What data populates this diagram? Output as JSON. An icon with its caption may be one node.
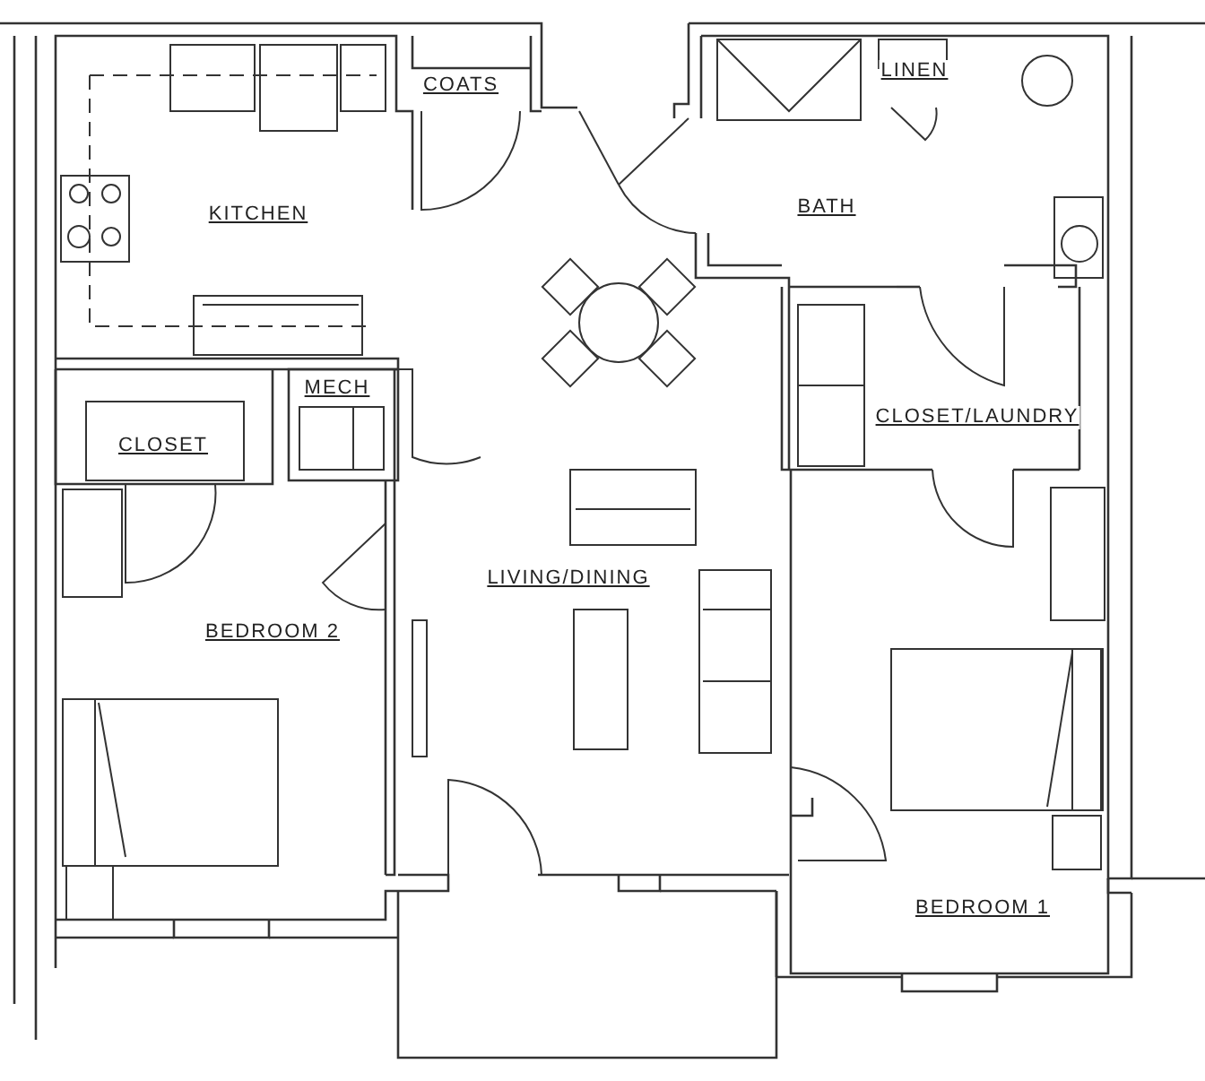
{
  "diagram": {
    "labels": [
      "COATS",
      "LINEN",
      "KITCHEN",
      "BATH",
      "MECH",
      "CLOSET",
      "CLOSET/LAUNDRY",
      "LIVING/DINING",
      "BEDROOM 2",
      "BEDROOM 1"
    ]
  }
}
